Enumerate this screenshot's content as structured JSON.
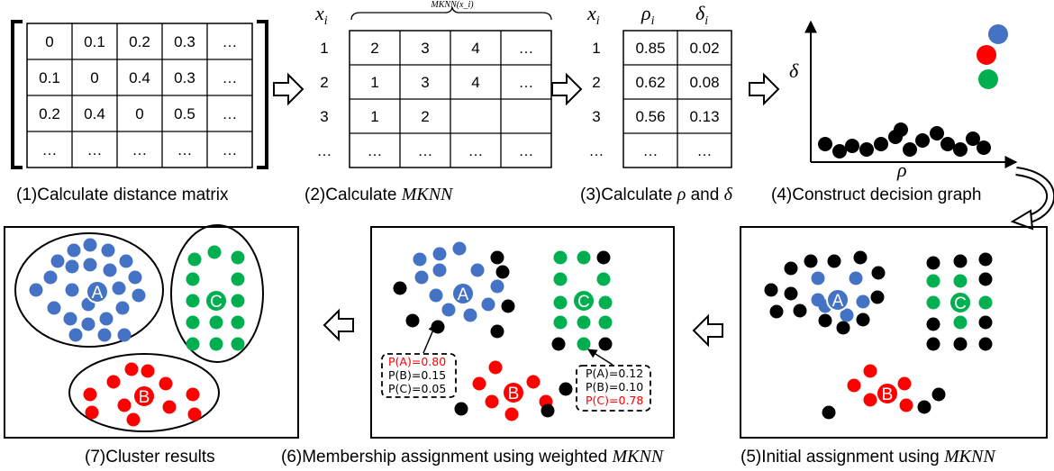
{
  "colors": {
    "blue": "#4472C4",
    "green": "#00B050",
    "red": "#FF0000",
    "black": "#000000",
    "highlight": "#FF0000"
  },
  "step1": {
    "caption": "(1)Calculate distance matrix",
    "matrix": [
      [
        "0",
        "0.1",
        "0.2",
        "0.3",
        "…"
      ],
      [
        "0.1",
        "0",
        "0.4",
        "0.3",
        "…"
      ],
      [
        "0.2",
        "0.4",
        "0",
        "0.5",
        "…"
      ],
      [
        "…",
        "…",
        "…",
        "…",
        "…"
      ]
    ]
  },
  "step2": {
    "caption_prefix": "(2)Calculate ",
    "caption_math": "MKNN",
    "col_header": "x",
    "col_header_sub": "i",
    "brace_label": "MKNN(x_i)",
    "row_ids": [
      "1",
      "2",
      "3",
      "…"
    ],
    "table": [
      [
        "2",
        "3",
        "4",
        "…"
      ],
      [
        "1",
        "3",
        "4",
        "…"
      ],
      [
        "1",
        "2",
        "",
        ""
      ],
      [
        "…",
        "…",
        "…",
        "…"
      ]
    ]
  },
  "step3": {
    "caption_prefix": "(3)Calculate ",
    "caption_rho": "ρ",
    "caption_and": " and ",
    "caption_delta": "δ",
    "col_header": "x",
    "col_header_sub": "i",
    "rho_header": "ρ",
    "rho_sub": "i",
    "delta_header": "δ",
    "delta_sub": "i",
    "row_ids": [
      "1",
      "2",
      "3",
      "…"
    ],
    "table": [
      [
        "0.85",
        "0.02"
      ],
      [
        "0.62",
        "0.08"
      ],
      [
        "0.56",
        "0.13"
      ],
      [
        "…",
        "…"
      ]
    ]
  },
  "step4": {
    "caption": "(4)Construct decision graph",
    "x_label": "ρ",
    "y_label": "δ"
  },
  "step5": {
    "caption_prefix": "(5)Initial assignment  using ",
    "caption_math": "MKNN",
    "labels": [
      "A",
      "B",
      "C"
    ]
  },
  "step6": {
    "caption_prefix": "(6)Membership assignment  using weighted ",
    "caption_math": "MKNN",
    "labels": [
      "A",
      "B",
      "C"
    ],
    "box_left": [
      "P(A)=0.80",
      "P(B)=0.15",
      "P(C)=0.05"
    ],
    "box_right": [
      "P(A)=0.12",
      "P(B)=0.10",
      "P(C)=0.78"
    ]
  },
  "step7": {
    "caption": "(7)Cluster results",
    "labels": [
      "A",
      "B",
      "C"
    ]
  }
}
